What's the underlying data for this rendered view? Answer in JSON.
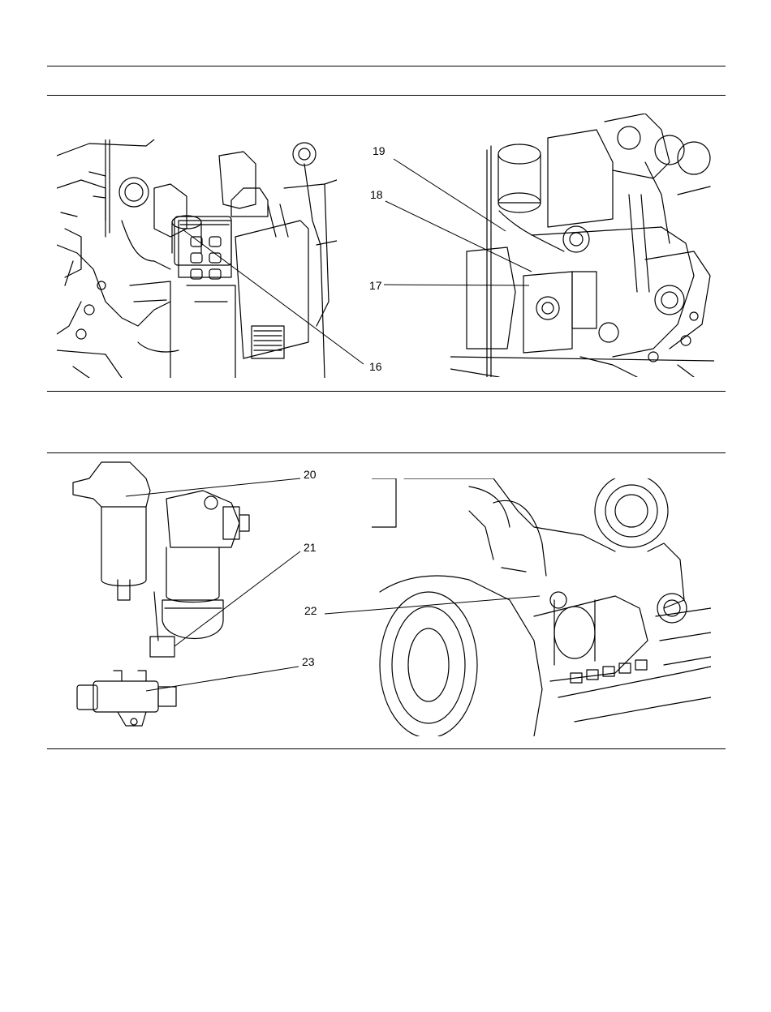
{
  "figures": {
    "top_left": {
      "illustration": "engine-left-side-linework",
      "callouts": [
        {
          "label": "16"
        }
      ]
    },
    "top_right": {
      "illustration": "engine-right-side-linework",
      "callouts": [
        {
          "label": "19"
        },
        {
          "label": "18"
        },
        {
          "label": "17"
        }
      ]
    },
    "bottom_left": {
      "illustration": "fuel-filter-and-valve-linework",
      "callouts": [
        {
          "label": "20"
        },
        {
          "label": "21"
        },
        {
          "label": "23"
        }
      ]
    },
    "bottom_right": {
      "illustration": "engine-starter-flywheel-linework",
      "callouts": [
        {
          "label": "22"
        }
      ]
    }
  },
  "colors": {
    "ink": "#000000",
    "paper": "#ffffff"
  }
}
